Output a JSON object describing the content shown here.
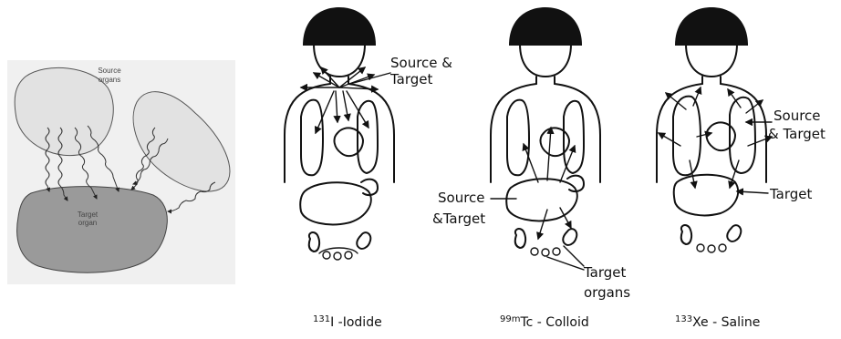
{
  "left_panel": {
    "source_label_line1": "Source",
    "source_label_line2": "organs",
    "target_label_line1": "Target",
    "target_label_line2": "organ"
  },
  "figures": [
    {
      "labels": [
        "Source &",
        "Target"
      ],
      "caption_isotope": "131",
      "caption_text": "I -Iodide"
    },
    {
      "labels": [
        "Source",
        "&Target"
      ],
      "labels2": [
        "Target",
        "organs"
      ],
      "caption_isotope": "99m",
      "caption_text": "Tc - Colloid"
    },
    {
      "labels": [
        "Source",
        "& Target"
      ],
      "labels2": [
        "Target"
      ],
      "caption_isotope": "133",
      "caption_text": "Xe - Saline"
    }
  ],
  "colors": {
    "source_organ_fill": "#e2e2e2",
    "target_organ_fill": "#9a9a9a",
    "panel_bg": "#f0f0f0",
    "ink": "#111111"
  }
}
